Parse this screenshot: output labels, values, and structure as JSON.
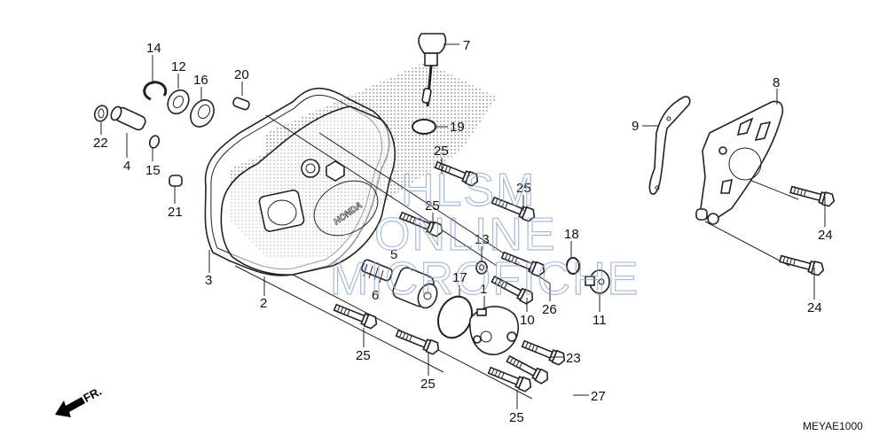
{
  "diagram": {
    "title_code": "MEYAE1000",
    "direction_indicator": "FR.",
    "watermark": [
      "HLSM",
      "ONLINE",
      "MICROFICHE"
    ],
    "brand_mark": "HONDA",
    "parts": [
      {
        "ref": "1",
        "name": "oil-filter-cover"
      },
      {
        "ref": "2",
        "name": "left-crankcase-cover"
      },
      {
        "ref": "3",
        "name": "cover-gasket"
      },
      {
        "ref": "4",
        "name": "shaft-collar"
      },
      {
        "ref": "5",
        "name": "oil-filter"
      },
      {
        "ref": "6",
        "name": "spring"
      },
      {
        "ref": "7",
        "name": "oil-filler-cap-dipstick"
      },
      {
        "ref": "8",
        "name": "drive-sprocket-guard"
      },
      {
        "ref": "9",
        "name": "guard-plate"
      },
      {
        "ref": "10",
        "name": "bolt"
      },
      {
        "ref": "11",
        "name": "drain-bolt"
      },
      {
        "ref": "12",
        "name": "oil-seal"
      },
      {
        "ref": "13",
        "name": "washer"
      },
      {
        "ref": "14",
        "name": "snap-ring"
      },
      {
        "ref": "15",
        "name": "o-ring-small"
      },
      {
        "ref": "16",
        "name": "bearing"
      },
      {
        "ref": "17",
        "name": "o-ring-filter-cover"
      },
      {
        "ref": "18",
        "name": "sealing-washer"
      },
      {
        "ref": "19",
        "name": "o-ring-filler"
      },
      {
        "ref": "20",
        "name": "dowel-pin"
      },
      {
        "ref": "21",
        "name": "dowel-pin"
      },
      {
        "ref": "22",
        "name": "oil-seal-small"
      },
      {
        "ref": "23",
        "name": "flange-bolt-short"
      },
      {
        "ref": "24",
        "name": "flange-bolt"
      },
      {
        "ref": "25",
        "name": "flange-bolt"
      },
      {
        "ref": "26",
        "name": "flange-bolt"
      },
      {
        "ref": "27",
        "name": "flange-bolt-long"
      }
    ],
    "callouts": {
      "c14": "14",
      "c12": "12",
      "c16": "16",
      "c20": "20",
      "c22": "22",
      "c4": "4",
      "c15": "15",
      "c21": "21",
      "c3": "3",
      "c2": "2",
      "c7": "7",
      "c19": "19",
      "c25a": "25",
      "c25b": "25",
      "c25c": "25",
      "c25d": "25",
      "c25e": "25",
      "c25f": "25",
      "c5": "5",
      "c6": "6",
      "c13": "13",
      "c17": "17",
      "c1": "1",
      "c18": "18",
      "c26": "26",
      "c10": "10",
      "c11": "11",
      "c23": "23",
      "c27": "27",
      "c8": "8",
      "c9": "9",
      "c24a": "24",
      "c24b": "24"
    }
  }
}
